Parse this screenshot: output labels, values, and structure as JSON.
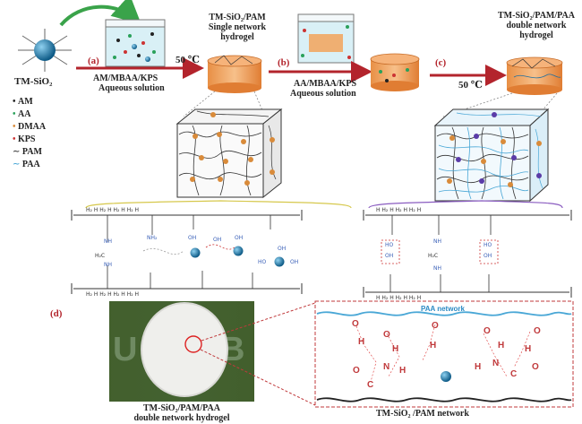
{
  "panel_labels": {
    "a": "(a)",
    "b": "(b)",
    "c": "(c)",
    "d": "(d)"
  },
  "precursor": {
    "name": "TM-SiO₂"
  },
  "step_a": {
    "temperature": "50 ℃",
    "reagents": "AM/MBAA/KPS",
    "solution": "Aqueous solution"
  },
  "single_network": {
    "line1": "TM-SiO₂/PAM",
    "line2": "Single network",
    "line3": "hydrogel"
  },
  "step_b": {
    "reagents": "AA/MBAA/KPS",
    "solution": "Aqueous solution"
  },
  "step_c": {
    "temperature": "50 ℃"
  },
  "double_network": {
    "line1": "TM-SiO₂/PAM/PAA",
    "line2": "double network",
    "line3": "hydrogel"
  },
  "legend": [
    {
      "symbol": "dot",
      "label": "AM"
    },
    {
      "symbol": "dot",
      "label": "AA"
    },
    {
      "symbol": "dot",
      "label": "DMAA"
    },
    {
      "symbol": "dot",
      "label": "KPS"
    },
    {
      "symbol": "wave",
      "label": "PAM"
    },
    {
      "symbol": "wave",
      "label": "PAA"
    }
  ],
  "panel_d": {
    "photo_caption_line1": "TM-SiO₂/PAM/PAA",
    "photo_caption_line2": "double network  hydrogel",
    "paa_network": "PAA network",
    "pam_network": "TM-SiO₂ /PAM network",
    "atoms": [
      "O",
      "H",
      "O",
      "H",
      "N",
      "H",
      "O",
      "C",
      "H",
      "O",
      "O",
      "H",
      "N",
      "H",
      "C",
      "O",
      "H",
      "O"
    ]
  },
  "chem_left": {
    "backbone_top": "H₂  H  H₂  H  H₂  H  H₂  H",
    "nh_labels": [
      "NH",
      "NH₂",
      "NH"
    ],
    "oh_labels": [
      "OH",
      "OH",
      "OH",
      "OH",
      "HO",
      "OH"
    ],
    "h2c": "H₂C",
    "backbone_bottom": "H₂  H  H₂  H  H₂  H  H₂  H"
  },
  "chem_right": {
    "backbone_top": "H  H₂  H  H₂  H  H₂  H",
    "groups": [
      "HO",
      "OH",
      "NH",
      "H₂C",
      "NH",
      "HO",
      "OH"
    ],
    "backbone_bottom": "H  H₂  H  H₂  H  H₂  H"
  },
  "colors": {
    "arrow_red": "#b3242c",
    "sio2_blue": "#1f6fa0",
    "crosslink_orange": "#d98b3a",
    "paa_blue": "#49a7d6",
    "frame_red": "#c0393b",
    "photo_green": "#3a5d2c"
  }
}
